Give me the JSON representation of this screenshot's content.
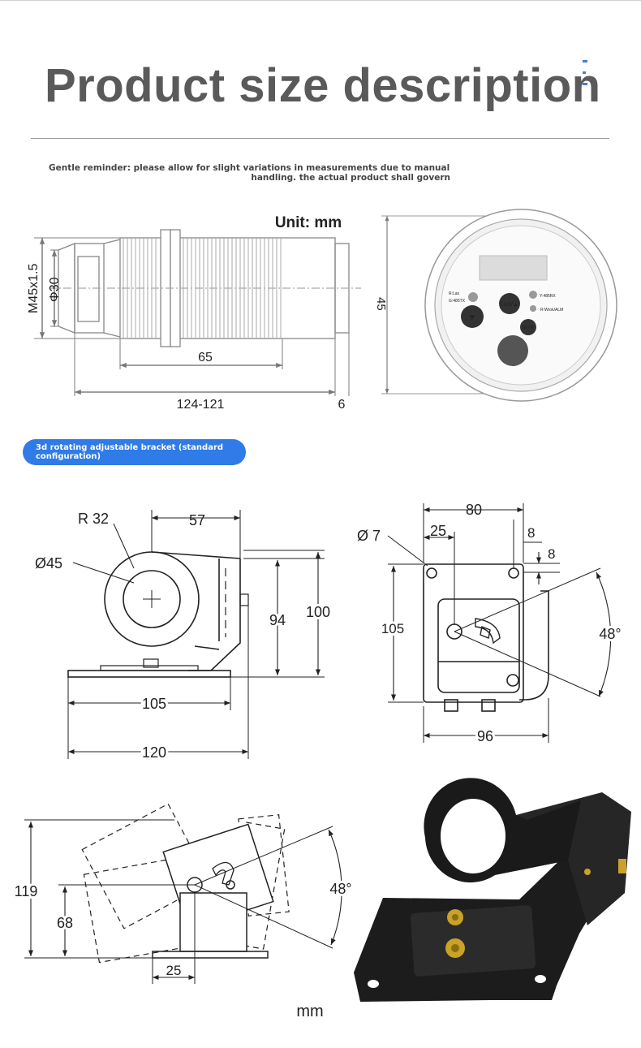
{
  "header": {
    "title": "Product size description"
  },
  "reminder": {
    "line1": "Gentle reminder: please allow for slight variations in measurements due to manual",
    "line2": "handling. the actual product shall govern"
  },
  "sensor_drawing": {
    "unit": "Unit: mm",
    "thread": "M45x1.5",
    "lens_diameter": "Φ30",
    "thread_length": "65",
    "overall_length": "124-121",
    "rear_cap": "6",
    "face_diameter": "45",
    "panel_labels": {
      "r_las": "R:Las",
      "g_485tx": "G:485TX",
      "y_485rx": "Y:485RX",
      "r_wrok_alm": "R:Wrok/ALM",
      "las_button": "LAS/▲",
      "down_button": "▼",
      "set_button": "SET/E"
    }
  },
  "bracket_section": {
    "label": "3d rotating adjustable bracket (standard configuration)"
  },
  "side_view": {
    "r32": "R 32",
    "d45": "Ø45",
    "d57": "57",
    "d94": "94",
    "d100": "100",
    "d105": "105",
    "d120": "120"
  },
  "front_view": {
    "d80": "80",
    "hole": "Ø 7",
    "d25": "25",
    "d8a": "8",
    "d8b": "8",
    "d105": "105",
    "angle": "48°",
    "d96": "96"
  },
  "rotation_view": {
    "d119": "119",
    "d68": "68",
    "d25": "25",
    "angle": "48°",
    "unit": "mm"
  },
  "colors": {
    "title": "#5a5a5a",
    "pill": "#2f7be8",
    "bracket_photo": "#1c1c1c",
    "brass": "#c9a227"
  }
}
